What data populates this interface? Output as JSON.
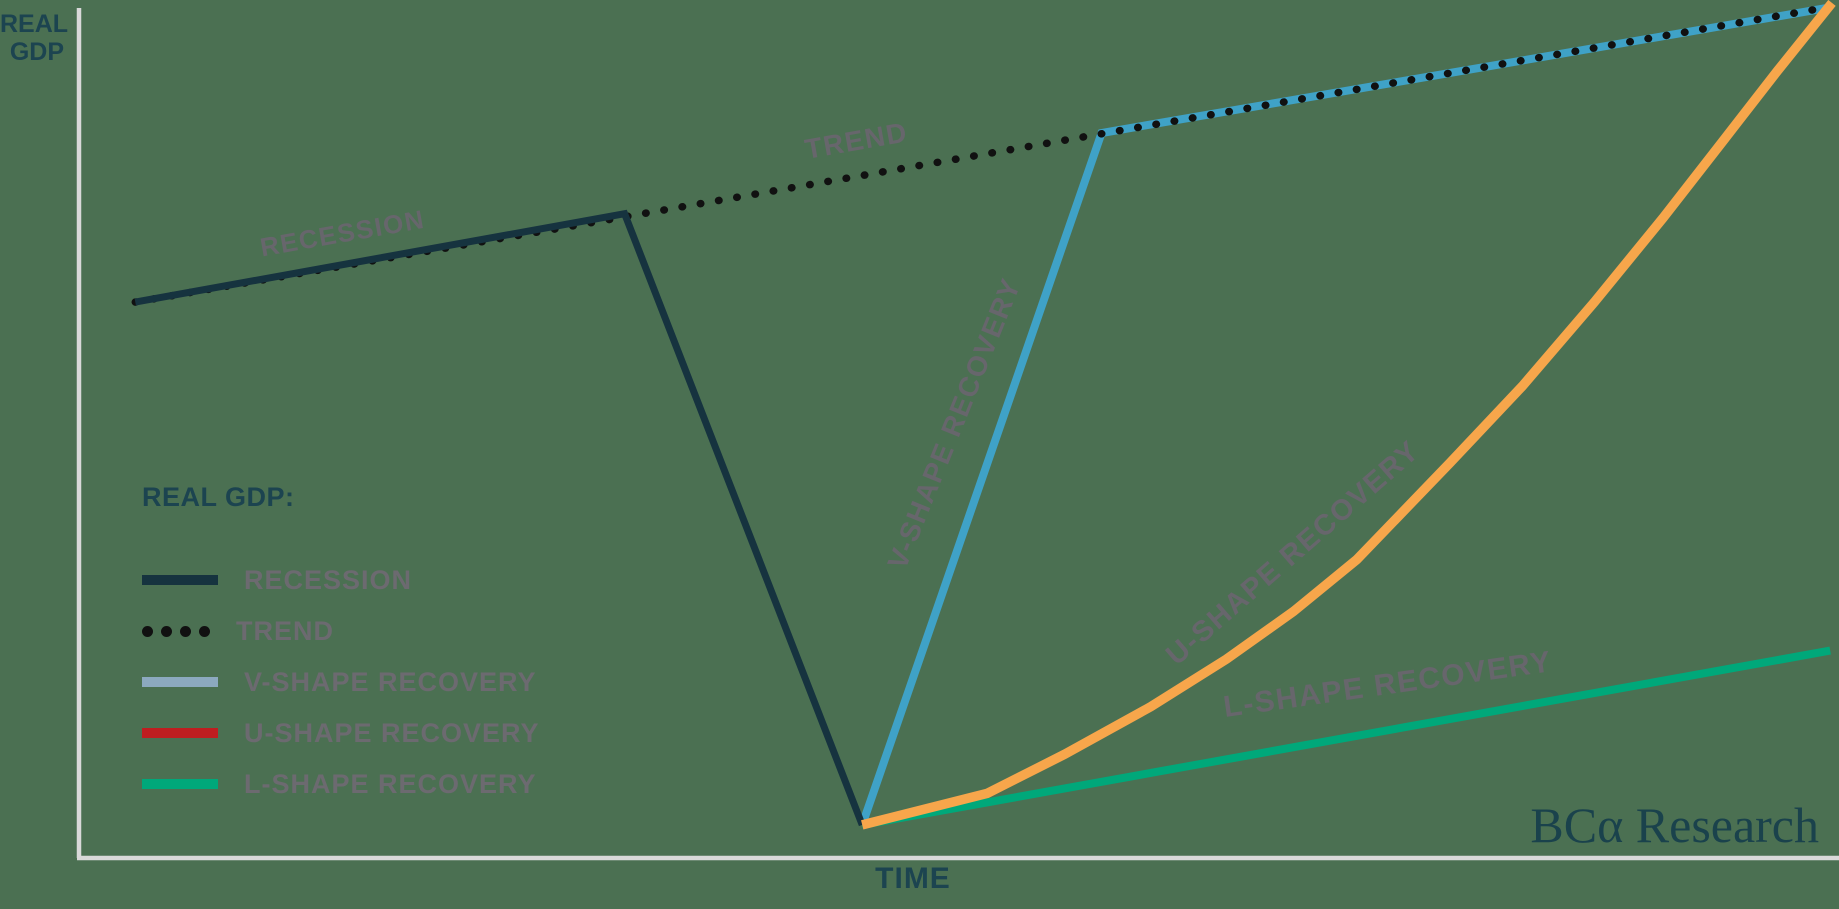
{
  "page": {
    "background_color": "#4b7052"
  },
  "axes": {
    "y_label": "REAL GDP",
    "x_label": "TIME",
    "axis_color": "#d9d9d9",
    "label_color": "#1c4450"
  },
  "legend": {
    "heading": "REAL GDP:",
    "label_color": "#6c6a70",
    "items": [
      {
        "label": "RECESSION",
        "swatch": "solid",
        "color": "#16333f"
      },
      {
        "label": "TREND",
        "swatch": "dots",
        "color": "#111111"
      },
      {
        "label": "V-SHAPE RECOVERY",
        "swatch": "solid",
        "color": "#8ca9bf"
      },
      {
        "label": "U-SHAPE RECOVERY",
        "swatch": "solid",
        "color": "#bf1d20"
      },
      {
        "label": "L-SHAPE RECOVERY",
        "swatch": "solid",
        "color": "#00a87a"
      }
    ]
  },
  "branding": {
    "logo_text": "BCα Research",
    "color": "#1a424c"
  },
  "chart_data": {
    "type": "line",
    "title": "",
    "xlabel": "TIME",
    "ylabel": "REAL GDP",
    "axis_ticks": "none (conceptual chart, unlabeled axes)",
    "x_range_units": "relative time index 0-100",
    "y_range_units": "relative real GDP level 0-100",
    "grid": false,
    "legend_position": "middle-left",
    "line_label_color": "#67666c",
    "line_labels": [
      {
        "text": "RECESSION"
      },
      {
        "text": "TREND"
      },
      {
        "text": "V-SHAPE RECOVERY"
      },
      {
        "text": "U-SHAPE RECOVERY"
      },
      {
        "text": "L-SHAPE RECOVERY"
      }
    ],
    "series": [
      {
        "id": "l_shape",
        "name": "L-SHAPE RECOVERY",
        "style": "solid",
        "color": "#00a87a",
        "points": [
          [
            44.5,
            3.9
          ],
          [
            99.5,
            24.4
          ]
        ]
      },
      {
        "id": "v_shape",
        "name": "V-SHAPE RECOVERY",
        "style": "solid",
        "color": "#3fa2c7",
        "points": [
          [
            44.5,
            3.9
          ],
          [
            58.1,
            85.3
          ],
          [
            99.3,
            100.0
          ]
        ]
      },
      {
        "id": "trend",
        "name": "TREND",
        "style": "dotted",
        "color": "#111111",
        "points": [
          [
            3.2,
            65.4
          ],
          [
            99.4,
            100.1
          ]
        ]
      },
      {
        "id": "recession",
        "name": "RECESSION",
        "style": "solid",
        "color": "#16333f",
        "points": [
          [
            3.2,
            65.4
          ],
          [
            31.0,
            75.8
          ],
          [
            44.5,
            3.9
          ]
        ]
      },
      {
        "id": "u_shape",
        "name": "U-SHAPE RECOVERY",
        "style": "solid",
        "color": "#f7a64b",
        "points": [
          [
            44.5,
            3.9
          ],
          [
            51.6,
            7.6
          ],
          [
            56.0,
            12.2
          ],
          [
            60.9,
            17.8
          ],
          [
            65.2,
            23.4
          ],
          [
            69.0,
            29.0
          ],
          [
            72.6,
            35.1
          ],
          [
            77.9,
            46.5
          ],
          [
            82.0,
            55.5
          ],
          [
            86.1,
            65.4
          ],
          [
            90.0,
            75.3
          ],
          [
            93.5,
            84.6
          ],
          [
            96.5,
            92.6
          ],
          [
            99.6,
            100.6
          ]
        ]
      }
    ]
  }
}
